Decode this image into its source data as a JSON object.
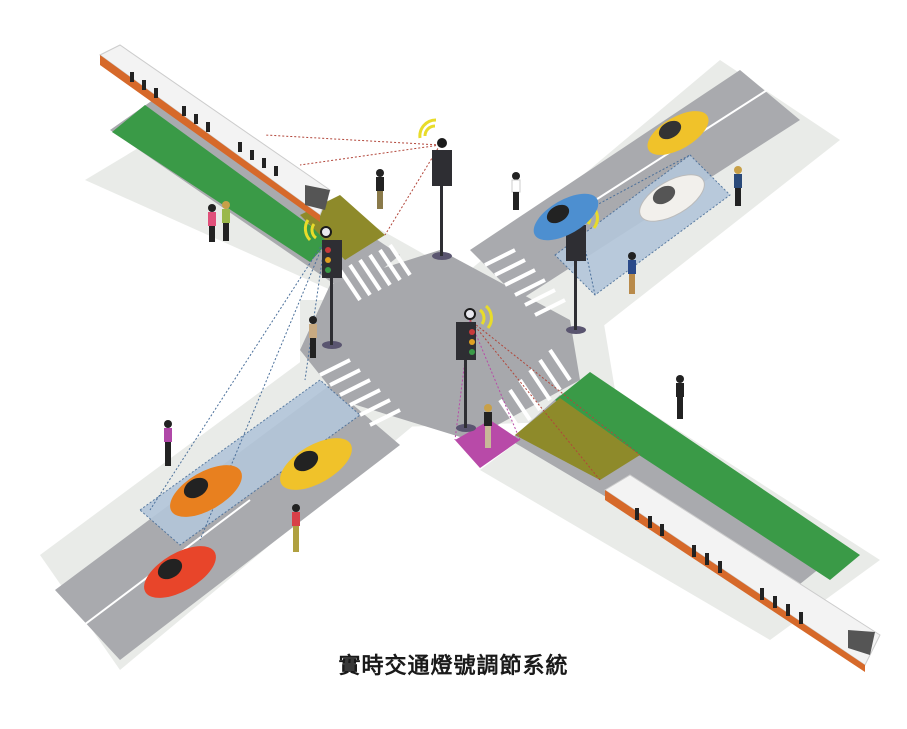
{
  "caption": "實時交通燈號調節系統",
  "colors": {
    "background": "#ffffff",
    "sidewalk": "#e9ebe8",
    "road": "#a9aaae",
    "intersection": "#a7a8ac",
    "rail_track_green": "#3a9a47",
    "rail_zone_olive": "#8e8a2a",
    "detection_zone_blue": "#b3c6da",
    "pedestrian_zone_magenta": "#b84aa8",
    "signal_waves": "#e8dc2a",
    "sensor_line_red": "#b2463a",
    "sensor_line_blue": "#4a6f9a",
    "train_body": "#f3f3f3",
    "train_stripe": "#d6692a",
    "traffic_pole": "#2e2e33"
  },
  "elements": {
    "trains": [
      {
        "id": "train-northwest",
        "location": "top-left rail track"
      },
      {
        "id": "train-southeast",
        "location": "bottom-right rail track"
      }
    ],
    "traffic_lights": [
      {
        "id": "signal-north",
        "sensor": "camera-with-wireless"
      },
      {
        "id": "signal-west",
        "sensor": "camera-with-wireless"
      },
      {
        "id": "signal-east",
        "sensor": "wireless"
      },
      {
        "id": "signal-center",
        "sensor": "camera-with-wireless"
      }
    ],
    "cars": [
      {
        "color": "yellow",
        "location": "northeast road, far"
      },
      {
        "color": "white",
        "location": "northeast road, detection zone"
      },
      {
        "color": "blue",
        "location": "northeast road, near intersection"
      },
      {
        "color": "orange",
        "location": "southwest road, detection zone"
      },
      {
        "color": "yellow",
        "location": "southwest road, near intersection"
      },
      {
        "color": "red",
        "location": "southwest road, far"
      }
    ],
    "zones": [
      {
        "type": "vehicle-detection",
        "location": "northeast approach"
      },
      {
        "type": "vehicle-detection",
        "location": "southwest approach"
      },
      {
        "type": "pedestrian-detection",
        "location": "south crosswalk corner"
      },
      {
        "type": "rail-detection",
        "location": "northwest rail"
      },
      {
        "type": "rail-detection",
        "location": "southeast rail"
      }
    ]
  }
}
